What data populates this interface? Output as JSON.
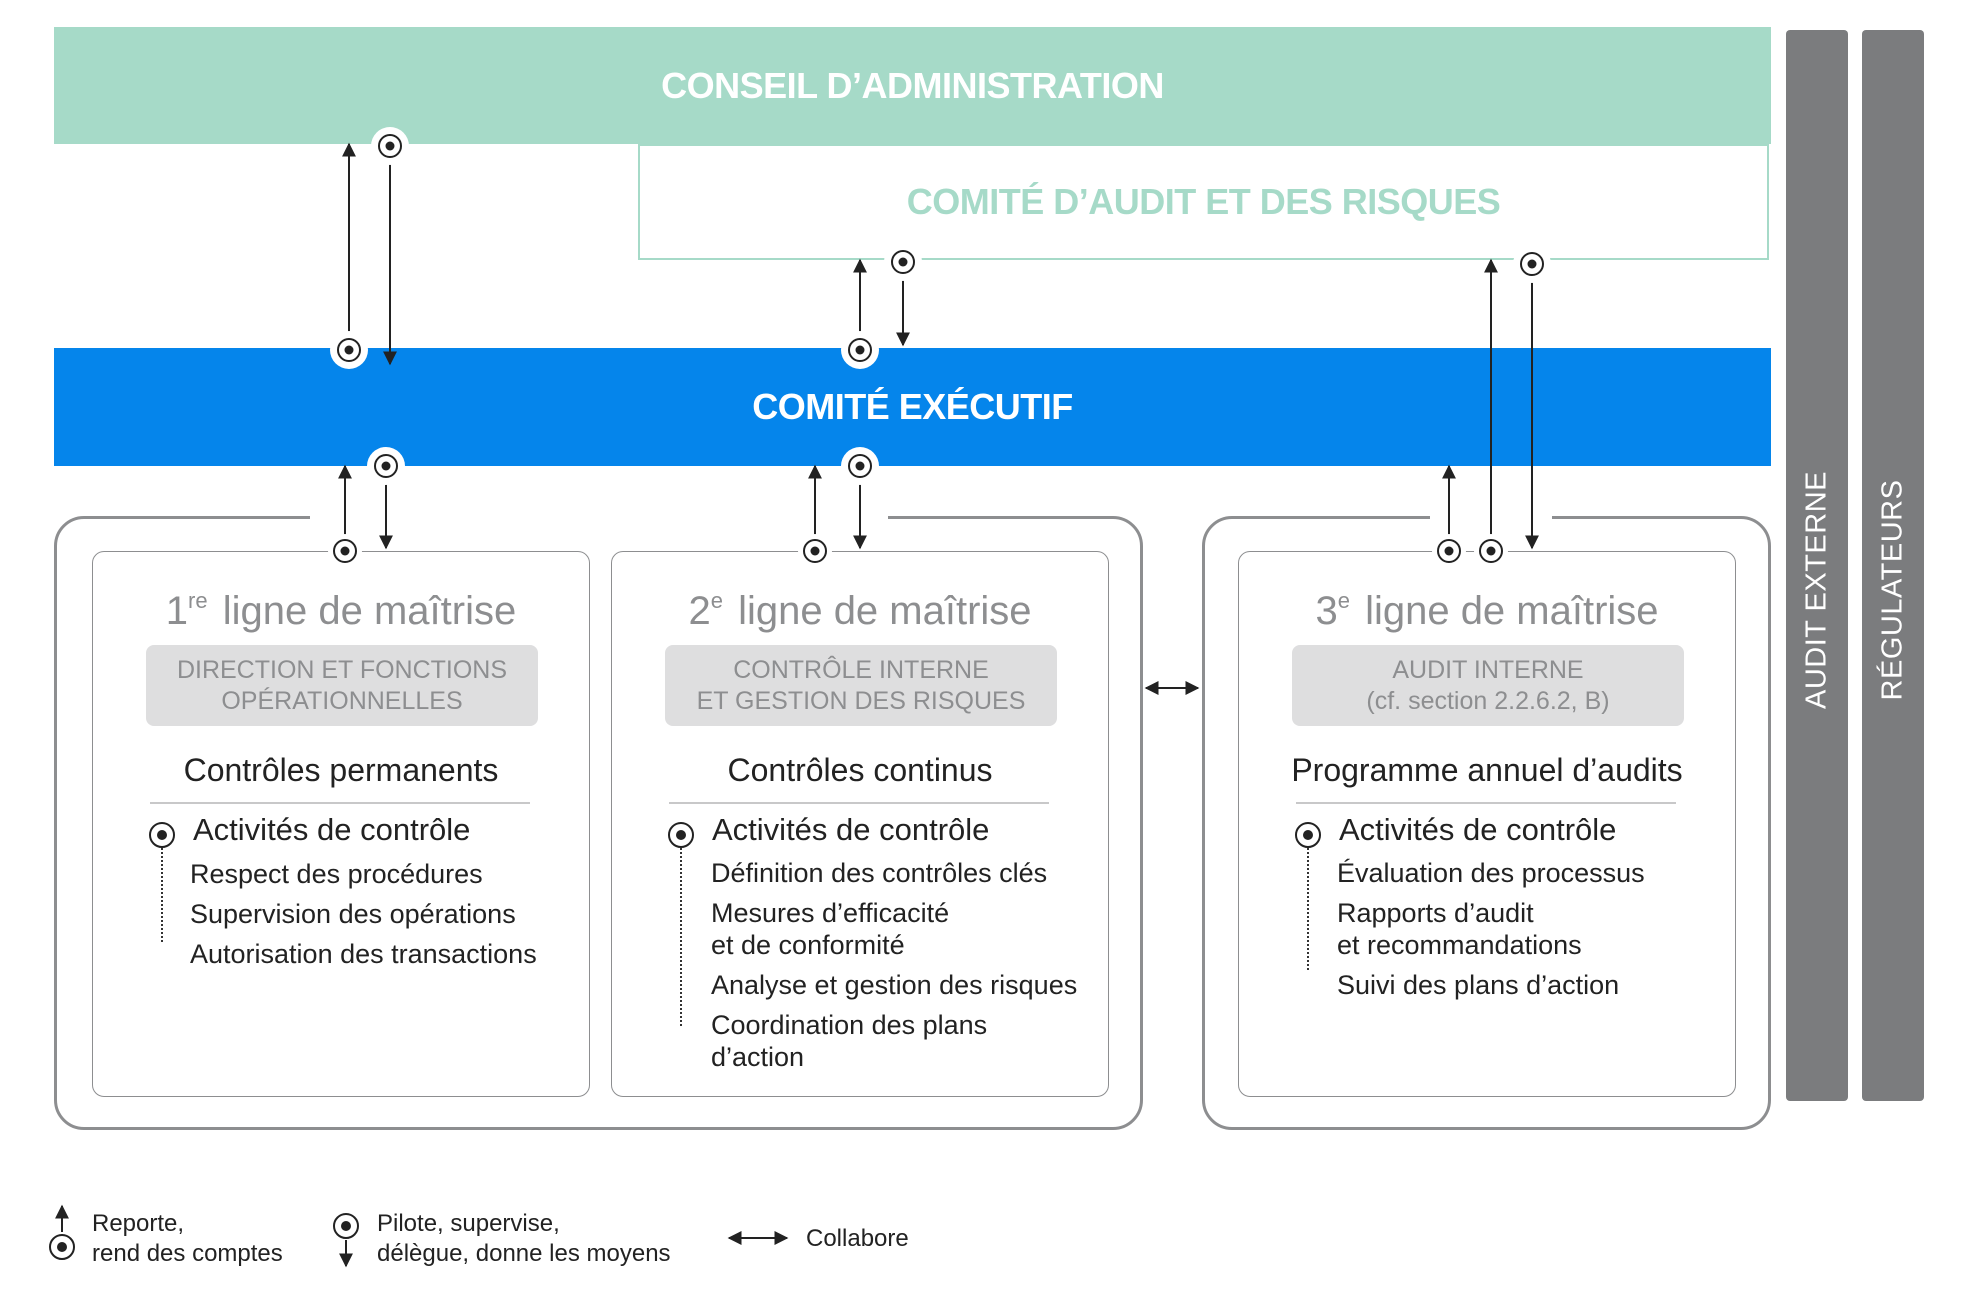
{
  "board": {
    "label": "CONSEIL D’ADMINISTRATION"
  },
  "audit_committee": {
    "label": "COMITÉ D’AUDIT ET DES RISQUES"
  },
  "executive_committee": {
    "label": "COMITÉ EXÉCUTIF"
  },
  "side_bars": {
    "external_audit": "AUDIT EXTERNE",
    "regulators": "RÉGULATEURS"
  },
  "lines": [
    {
      "number": "1",
      "suffix": "re",
      "title": "ligne de maîtrise",
      "function_lines": [
        "DIRECTION ET FONCTIONS",
        "OPÉRATIONNELLES"
      ],
      "control_type": "Contrôles permanents",
      "activities_title": "Activités de contrôle",
      "items": [
        "Respect des procédures",
        "Supervision des opérations",
        "Autorisation des transactions"
      ]
    },
    {
      "number": "2",
      "suffix": "e",
      "title": "ligne de maîtrise",
      "function_lines": [
        "CONTRÔLE INTERNE",
        "ET GESTION DES RISQUES"
      ],
      "control_type": "Contrôles continus",
      "activities_title": "Activités de contrôle",
      "items": [
        "Définition des contrôles clés",
        "Mesures d’efficacité",
        "et de conformité",
        "Analyse et gestion des risques",
        "Coordination des plans",
        "d’action"
      ]
    },
    {
      "number": "3",
      "suffix": "e",
      "title": "ligne de maîtrise",
      "function_lines": [
        "AUDIT INTERNE",
        "(cf. section 2.2.6.2, B)"
      ],
      "control_type": "Programme annuel d’audits",
      "activities_title": "Activités de contrôle",
      "items": [
        "Évaluation des processus",
        "Rapports d’audit",
        "et recommandations",
        "Suivi des plans d’action"
      ]
    }
  ],
  "legend": {
    "reports_1": "Reporte,",
    "reports_2": "rend des comptes",
    "pilots_1": "Pilote, supervise,",
    "pilots_2": "délègue, donne les moyens",
    "collaborates": "Collabore"
  },
  "colors": {
    "board_green": "#a6dac8",
    "executive_blue": "#0585eb",
    "side_grey": "#7b7c7e",
    "box_grey": "#dededf",
    "outline_grey": "#8d8e90"
  }
}
